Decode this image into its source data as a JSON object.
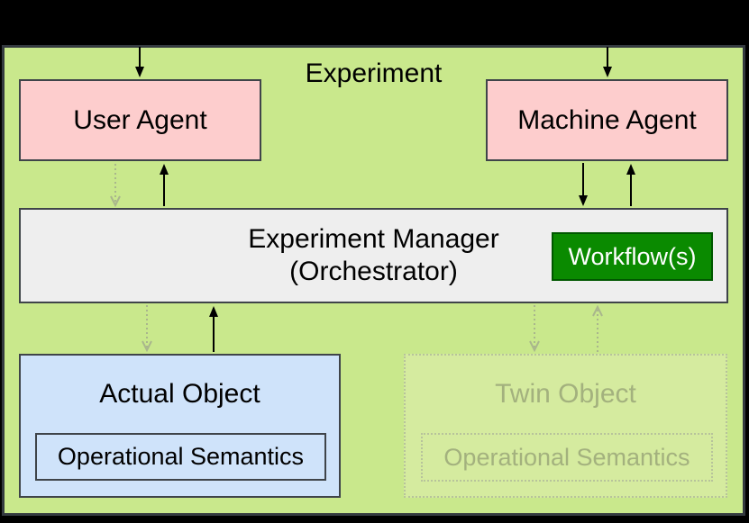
{
  "diagram": {
    "title": "Experiment",
    "user_agent": {
      "label": "User Agent"
    },
    "machine_agent": {
      "label": "Machine Agent"
    },
    "manager": {
      "line1": "Experiment Manager",
      "line2": "(Orchestrator)"
    },
    "workflow": {
      "label": "Workflow(s)"
    },
    "actual_object": {
      "label": "Actual Object",
      "semantics_label": "Operational Semantics"
    },
    "twin_object": {
      "label": "Twin Object",
      "semantics_label": "Operational Semantics"
    },
    "edges": [
      {
        "id": "external-to-user-agent",
        "style": "solid",
        "direction": "down"
      },
      {
        "id": "external-to-machine-agent",
        "style": "solid",
        "direction": "down"
      },
      {
        "id": "user-agent-to-manager",
        "style": "dotted-faded",
        "direction": "down"
      },
      {
        "id": "manager-to-user-agent",
        "style": "solid",
        "direction": "up"
      },
      {
        "id": "machine-agent-to-manager",
        "style": "solid",
        "direction": "down"
      },
      {
        "id": "manager-to-machine-agent",
        "style": "solid",
        "direction": "up"
      },
      {
        "id": "manager-to-actual-object",
        "style": "dotted-faded",
        "direction": "down"
      },
      {
        "id": "actual-object-to-manager",
        "style": "solid",
        "direction": "up"
      },
      {
        "id": "manager-to-twin-object",
        "style": "dotted-faded",
        "direction": "down"
      },
      {
        "id": "twin-object-to-manager",
        "style": "dotted-faded",
        "direction": "up"
      }
    ],
    "colors": {
      "canvas_bg": "#000000",
      "experiment_fill": "#c9e88c",
      "experiment_border": "#343a40",
      "agent_fill": "#fdcdcd",
      "node_border": "#3f4449",
      "manager_fill": "#eeeeee",
      "workflow_fill": "#0a8a00",
      "workflow_border": "#005700",
      "workflow_text": "#ffffff",
      "object_fill": "#cfe3fa",
      "twin_fill": "#d5eb9f",
      "twin_border": "#b7c39b",
      "twin_text": "#a3b17e",
      "arrow_solid": "#000000",
      "arrow_faded": "#a9b68c"
    }
  }
}
